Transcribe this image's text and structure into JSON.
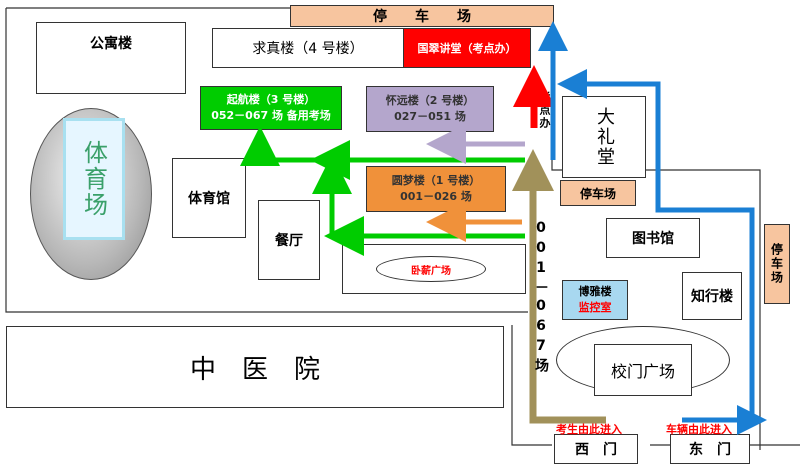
{
  "map": {
    "parking_top": "停　　车　　场",
    "apartment": "公寓楼",
    "qiuzhen": "求真楼（4 号楼）",
    "guocui": "国翠讲堂（考点办）",
    "kaodian": "考点办",
    "qihang_name": "起航楼（3 号楼）",
    "qihang_rooms": "052－067 场  备用考场",
    "huaiyuan_name": "怀远楼（2 号楼）",
    "huaiyuan_rooms": "027－051 场",
    "yuanmeng_name": "圆梦楼（1 号楼）",
    "yuanmeng_rooms": "001－026 场",
    "stadium": "体育场",
    "gym": "体育馆",
    "canteen": "餐厅",
    "woxin": "卧薪广场",
    "auditorium": "大礼堂",
    "parking_mid": "停车场",
    "library": "图书馆",
    "parking_right": "停车场",
    "boya_name": "博雅楼",
    "boya_room": "监控室",
    "zhixing": "知行楼",
    "zhongyiyuan": "中　医　院",
    "gate_plaza": "校门广场",
    "exam_route": "001－067场",
    "west_gate": "西　门",
    "east_gate": "东　门",
    "students_enter": "考生由此进入",
    "vehicles_enter": "车辆由此进入"
  },
  "colors": {
    "green": "#00cc00",
    "lavender": "#b4a6cc",
    "orange": "#f0913a",
    "olive": "#a1915a",
    "blue": "#1a7fd4",
    "red": "#ff0000",
    "peach": "#f7c59f",
    "parking_blue": "#a8d8f0"
  }
}
